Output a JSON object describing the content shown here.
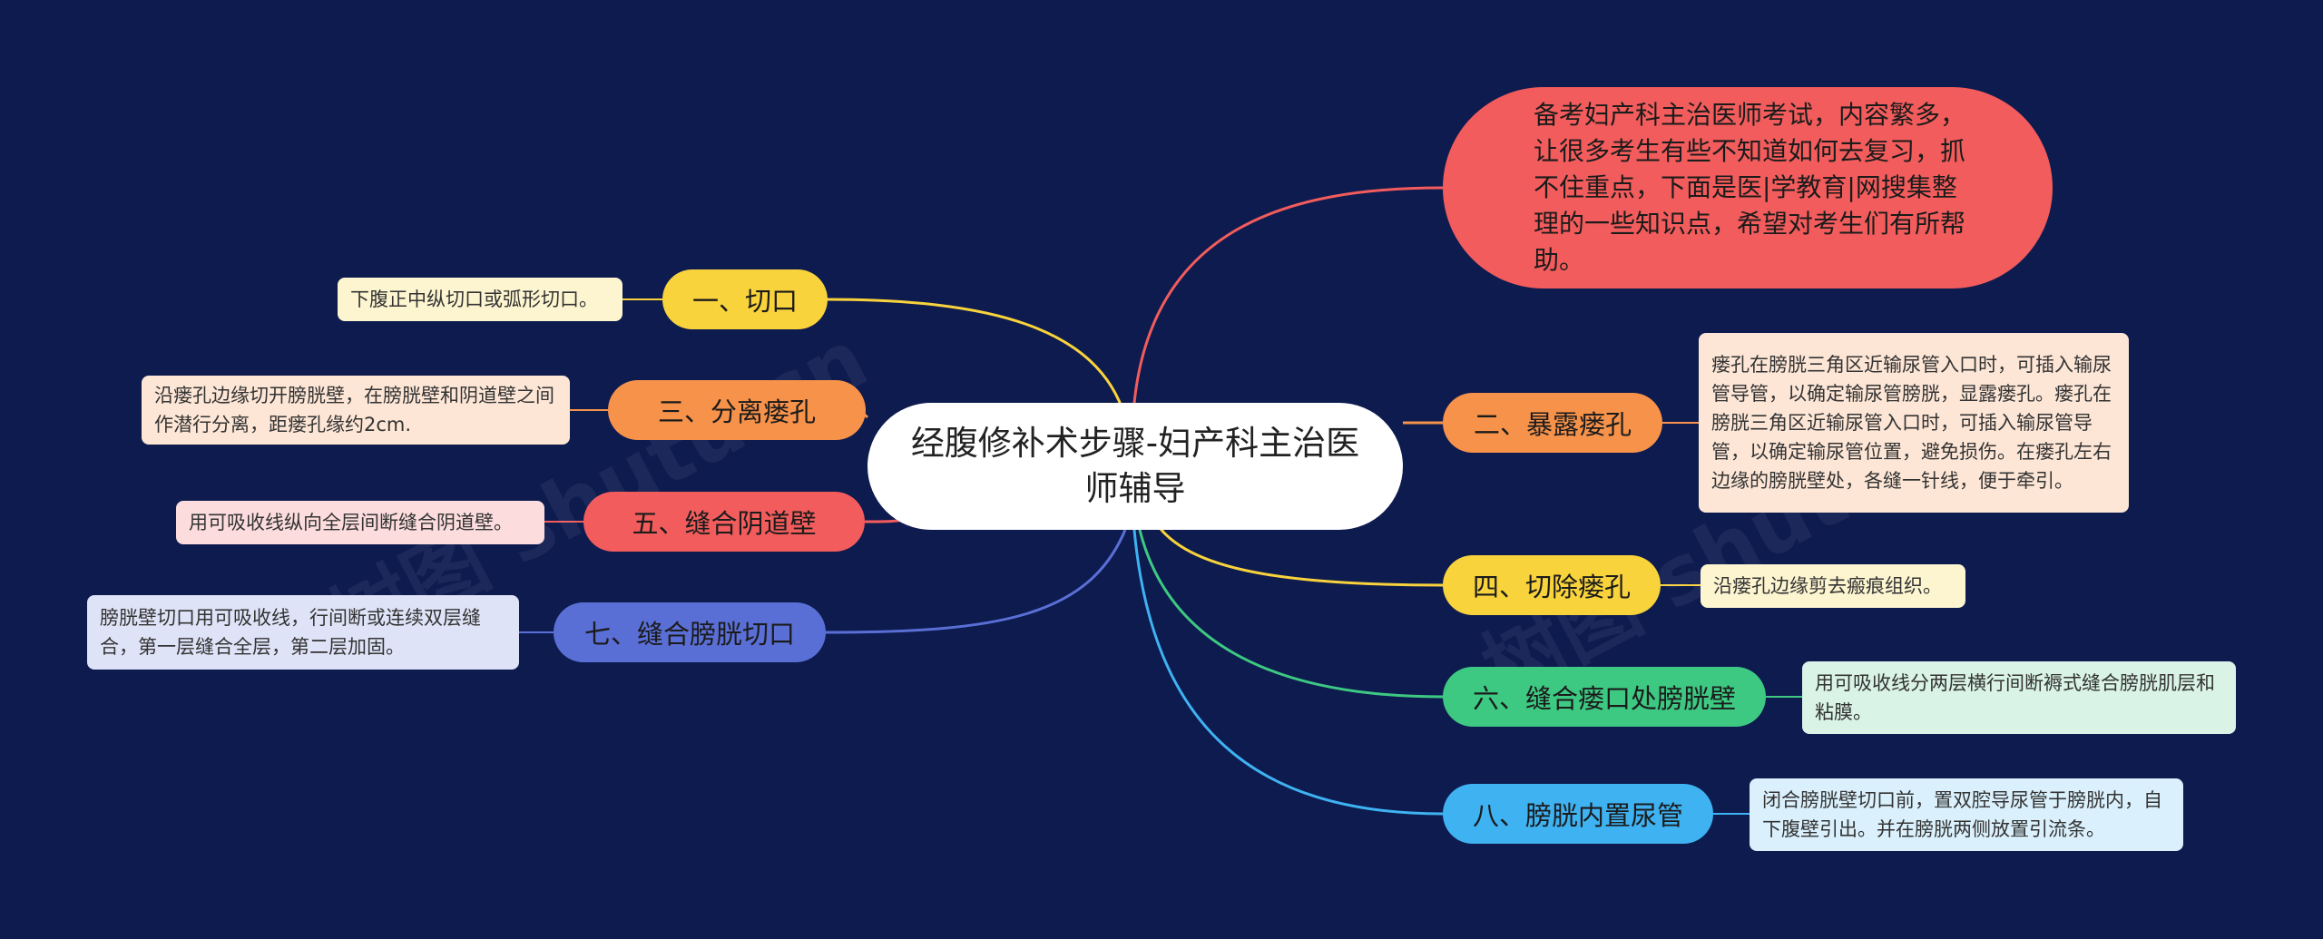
{
  "root": {
    "title": "经腹修补术步骤-妇产科主治医师辅导"
  },
  "intro": {
    "text": "备考妇产科主治医师考试，内容繁多，让很多考生有些不知道如何去复习，抓不住重点，下面是医|学教育|网搜集整理的一些知识点，希望对考生们有所帮助。"
  },
  "branches": [
    {
      "label": "一、切口",
      "color": "#f9d33c",
      "leaf": "下腹正中纵切口或弧形切口。",
      "leaf_bg": "#fdf5d0"
    },
    {
      "label": "三、分离瘘孔",
      "color": "#f7924a",
      "leaf": "沿瘘孔边缘切开膀胱壁，在膀胱壁和阴道壁之间作潜行分离，距瘘孔缘约2cm.",
      "leaf_bg": "#fde6d6"
    },
    {
      "label": "五、缝合阴道壁",
      "color": "#f25c5c",
      "leaf": "用可吸收线纵向全层间断缝合阴道壁。",
      "leaf_bg": "#fcdcdc"
    },
    {
      "label": "七、缝合膀胱切口",
      "color": "#5a6fd6",
      "leaf": "膀胱壁切口用可吸收线，行间断或连续双层缝合，第一层缝合全层，第二层加固。",
      "leaf_bg": "#dfe3f7"
    },
    {
      "label": "二、暴露瘘孔",
      "color": "#f7924a",
      "leaf": "瘘孔在膀胱三角区近输尿管入口时，可插入输尿管导管，以确定输尿管膀胱，显露瘘孔。瘘孔在膀胱三角区近输尿管入口时，可插入输尿管导管，以确定输尿管位置，避免损伤。在瘘孔左右边缘的膀胱壁处，各缝一针线，便于牵引。",
      "leaf_bg": "#fde6d6"
    },
    {
      "label": "四、切除瘘孔",
      "color": "#f9d33c",
      "leaf": "沿瘘孔边缘剪去瘢痕组织。",
      "leaf_bg": "#fdf5d0"
    },
    {
      "label": "六、缝合瘘口处膀胱壁",
      "color": "#3ec983",
      "leaf": "用可吸收线分两层横行间断褥式缝合膀胱肌层和粘膜。",
      "leaf_bg": "#d9f3e6"
    },
    {
      "label": "八、膀胱内置尿管",
      "color": "#3fb2f2",
      "leaf": "闭合膀胱壁切口前，置双腔导尿管于膀胱内，自下腹壁引出。并在膀胱两侧放置引流条。",
      "leaf_bg": "#daf0fc"
    }
  ],
  "colors": {
    "background": "#0d1b4f",
    "intro_link": "#f25c5c"
  }
}
